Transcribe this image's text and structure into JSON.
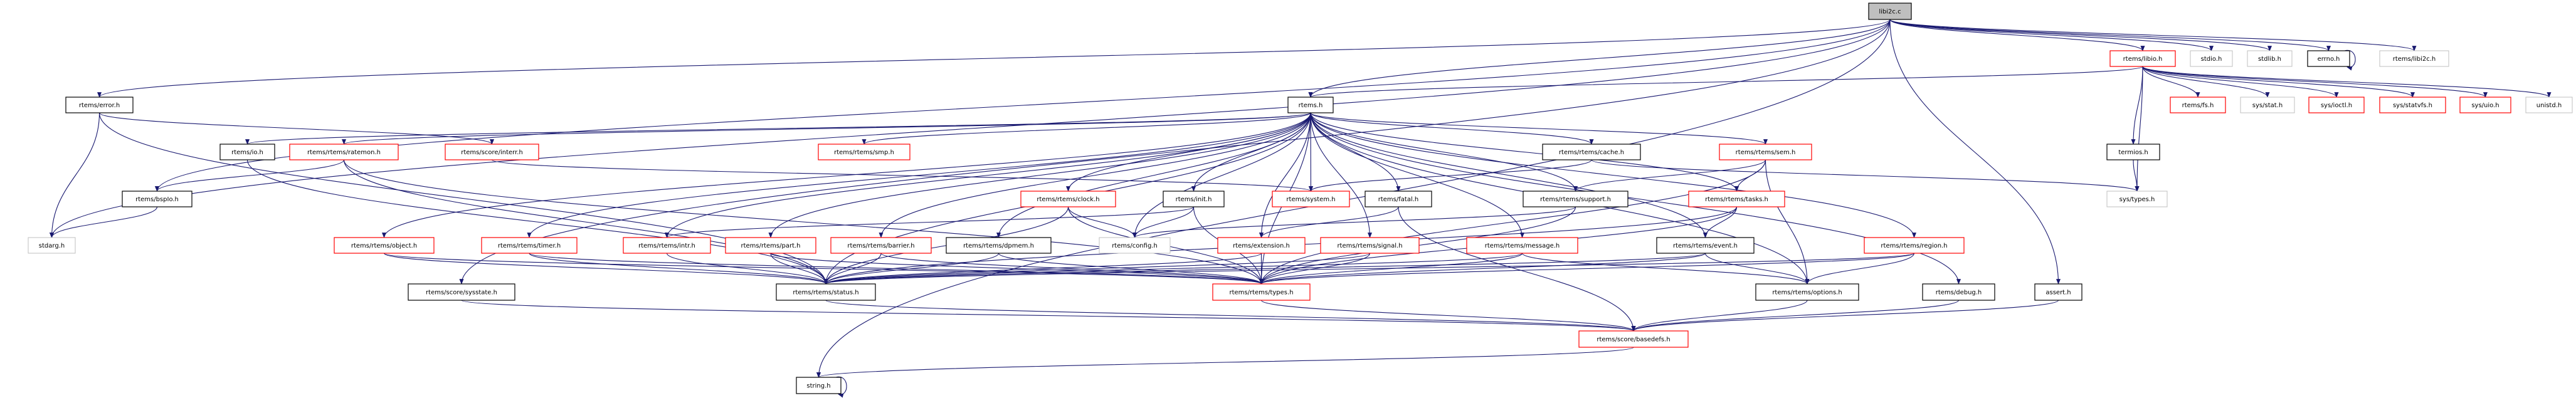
{
  "graph": {
    "edge_color": "#191970",
    "border_colors": {
      "red": "#ff0000",
      "black": "#000000",
      "gray": "#bfbfbf",
      "root": "#000000"
    },
    "fill_colors": {
      "root": "#bfbfbf",
      "default": "#ffffff"
    },
    "nodes": [
      {
        "id": "libi2c_c",
        "label": "libi2c.c",
        "style": "root"
      },
      {
        "id": "rtems_h",
        "label": "rtems.h",
        "style": "black"
      },
      {
        "id": "error_h",
        "label": "rtems/error.h",
        "style": "black"
      },
      {
        "id": "bspio_h",
        "label": "rtems/bspIo.h",
        "style": "black"
      },
      {
        "id": "stdarg_h",
        "label": "stdarg.h",
        "style": "gray"
      },
      {
        "id": "io_h",
        "label": "rtems/io.h",
        "style": "black"
      },
      {
        "id": "ratemon_h",
        "label": "rtems/rtems/ratemon.h",
        "style": "red"
      },
      {
        "id": "interr_h",
        "label": "rtems/score/interr.h",
        "style": "red"
      },
      {
        "id": "smp_h",
        "label": "rtems/rtems/smp.h",
        "style": "red"
      },
      {
        "id": "cache_h",
        "label": "rtems/rtems/cache.h",
        "style": "black"
      },
      {
        "id": "sem_h",
        "label": "rtems/rtems/sem.h",
        "style": "red"
      },
      {
        "id": "clock_h",
        "label": "rtems/rtems/clock.h",
        "style": "red"
      },
      {
        "id": "init_h",
        "label": "rtems/init.h",
        "style": "black"
      },
      {
        "id": "system_h",
        "label": "rtems/system.h",
        "style": "red"
      },
      {
        "id": "fatal_h",
        "label": "rtems/fatal.h",
        "style": "black"
      },
      {
        "id": "support_h",
        "label": "rtems/rtems/support.h",
        "style": "black"
      },
      {
        "id": "tasks_h",
        "label": "rtems/rtems/tasks.h",
        "style": "red"
      },
      {
        "id": "object_h",
        "label": "rtems/rtems/object.h",
        "style": "red"
      },
      {
        "id": "timer_h",
        "label": "rtems/rtems/timer.h",
        "style": "red"
      },
      {
        "id": "intr_h",
        "label": "rtems/rtems/intr.h",
        "style": "red"
      },
      {
        "id": "part_h",
        "label": "rtems/rtems/part.h",
        "style": "red"
      },
      {
        "id": "barrier_h",
        "label": "rtems/rtems/barrier.h",
        "style": "red"
      },
      {
        "id": "dpmem_h",
        "label": "rtems/rtems/dpmem.h",
        "style": "black"
      },
      {
        "id": "config_h",
        "label": "rtems/config.h",
        "style": "gray"
      },
      {
        "id": "extension_h",
        "label": "rtems/extension.h",
        "style": "red"
      },
      {
        "id": "signal_h",
        "label": "rtems/rtems/signal.h",
        "style": "red"
      },
      {
        "id": "message_h",
        "label": "rtems/rtems/message.h",
        "style": "red"
      },
      {
        "id": "event_h",
        "label": "rtems/rtems/event.h",
        "style": "black"
      },
      {
        "id": "region_h",
        "label": "rtems/rtems/region.h",
        "style": "red"
      },
      {
        "id": "sysstate_h",
        "label": "rtems/score/sysstate.h",
        "style": "black"
      },
      {
        "id": "status_h",
        "label": "rtems/rtems/status.h",
        "style": "black"
      },
      {
        "id": "types_h",
        "label": "rtems/rtems/types.h",
        "style": "red"
      },
      {
        "id": "options_h",
        "label": "rtems/rtems/options.h",
        "style": "black"
      },
      {
        "id": "debug_h",
        "label": "rtems/debug.h",
        "style": "black"
      },
      {
        "id": "assert_h",
        "label": "assert.h",
        "style": "black"
      },
      {
        "id": "basedefs_h",
        "label": "rtems/score/basedefs.h",
        "style": "red"
      },
      {
        "id": "string_h",
        "label": "string.h",
        "style": "black"
      },
      {
        "id": "libio_h",
        "label": "rtems/libio.h",
        "style": "red"
      },
      {
        "id": "stdio_h",
        "label": "stdio.h",
        "style": "gray"
      },
      {
        "id": "stdlib_h",
        "label": "stdlib.h",
        "style": "gray"
      },
      {
        "id": "errno_h",
        "label": "errno.h",
        "style": "black"
      },
      {
        "id": "libi2c_h",
        "label": "rtems/libi2c.h",
        "style": "gray"
      },
      {
        "id": "fs_h",
        "label": "rtems/fs.h",
        "style": "red"
      },
      {
        "id": "stat_h",
        "label": "sys/stat.h",
        "style": "gray"
      },
      {
        "id": "ioctl_h",
        "label": "sys/ioctl.h",
        "style": "red"
      },
      {
        "id": "statvfs_h",
        "label": "sys/statvfs.h",
        "style": "red"
      },
      {
        "id": "uio_h",
        "label": "sys/uio.h",
        "style": "red"
      },
      {
        "id": "unistd_h",
        "label": "unistd.h",
        "style": "gray"
      },
      {
        "id": "termios_h",
        "label": "termios.h",
        "style": "black"
      },
      {
        "id": "systypes_h",
        "label": "sys/types.h",
        "style": "gray"
      }
    ],
    "edges": [
      [
        "libi2c_c",
        "rtems_h"
      ],
      [
        "libi2c_c",
        "error_h"
      ],
      [
        "libi2c_c",
        "stdarg_h"
      ],
      [
        "libi2c_c",
        "bspio_h"
      ],
      [
        "libi2c_c",
        "string_h"
      ],
      [
        "libi2c_c",
        "sysstate_h"
      ],
      [
        "libi2c_c",
        "libio_h"
      ],
      [
        "libi2c_c",
        "stdio_h"
      ],
      [
        "libi2c_c",
        "stdlib_h"
      ],
      [
        "libi2c_c",
        "errno_h"
      ],
      [
        "libi2c_c",
        "libi2c_h"
      ],
      [
        "libi2c_c",
        "assert_h"
      ],
      [
        "errno_h",
        "errno_h"
      ],
      [
        "string_h",
        "string_h"
      ],
      [
        "libio_h",
        "rtems_h"
      ],
      [
        "libio_h",
        "termios_h"
      ],
      [
        "libio_h",
        "systypes_h"
      ],
      [
        "libio_h",
        "fs_h"
      ],
      [
        "libio_h",
        "stat_h"
      ],
      [
        "libio_h",
        "ioctl_h"
      ],
      [
        "libio_h",
        "statvfs_h"
      ],
      [
        "libio_h",
        "uio_h"
      ],
      [
        "libio_h",
        "unistd_h"
      ],
      [
        "termios_h",
        "systypes_h"
      ],
      [
        "error_h",
        "stdarg_h"
      ],
      [
        "error_h",
        "interr_h"
      ],
      [
        "error_h",
        "status_h"
      ],
      [
        "bspio_h",
        "stdarg_h"
      ],
      [
        "rtems_h",
        "io_h"
      ],
      [
        "rtems_h",
        "ratemon_h"
      ],
      [
        "rtems_h",
        "smp_h"
      ],
      [
        "rtems_h",
        "clock_h"
      ],
      [
        "rtems_h",
        "init_h"
      ],
      [
        "rtems_h",
        "system_h"
      ],
      [
        "rtems_h",
        "fatal_h"
      ],
      [
        "rtems_h",
        "cache_h"
      ],
      [
        "rtems_h",
        "sem_h"
      ],
      [
        "rtems_h",
        "support_h"
      ],
      [
        "rtems_h",
        "tasks_h"
      ],
      [
        "rtems_h",
        "dpmem_h"
      ],
      [
        "rtems_h",
        "config_h"
      ],
      [
        "rtems_h",
        "extension_h"
      ],
      [
        "rtems_h",
        "signal_h"
      ],
      [
        "rtems_h",
        "message_h"
      ],
      [
        "rtems_h",
        "event_h"
      ],
      [
        "rtems_h",
        "object_h"
      ],
      [
        "rtems_h",
        "timer_h"
      ],
      [
        "rtems_h",
        "intr_h"
      ],
      [
        "rtems_h",
        "part_h"
      ],
      [
        "rtems_h",
        "barrier_h"
      ],
      [
        "rtems_h",
        "region_h"
      ],
      [
        "rtems_h",
        "status_h"
      ],
      [
        "rtems_h",
        "types_h"
      ],
      [
        "rtems_h",
        "options_h"
      ],
      [
        "rtems_h",
        "debug_h"
      ],
      [
        "ratemon_h",
        "bspio_h"
      ],
      [
        "ratemon_h",
        "status_h"
      ],
      [
        "ratemon_h",
        "types_h"
      ],
      [
        "io_h",
        "status_h"
      ],
      [
        "interr_h",
        "system_h"
      ],
      [
        "clock_h",
        "config_h"
      ],
      [
        "clock_h",
        "types_h"
      ],
      [
        "clock_h",
        "status_h"
      ],
      [
        "init_h",
        "config_h"
      ],
      [
        "init_h",
        "types_h"
      ],
      [
        "init_h",
        "intr_h"
      ],
      [
        "cache_h",
        "system_h"
      ],
      [
        "cache_h",
        "systypes_h"
      ],
      [
        "fatal_h",
        "extension_h"
      ],
      [
        "fatal_h",
        "basedefs_h"
      ],
      [
        "support_h",
        "config_h"
      ],
      [
        "support_h",
        "types_h"
      ],
      [
        "sem_h",
        "support_h"
      ],
      [
        "sem_h",
        "tasks_h"
      ],
      [
        "sem_h",
        "types_h"
      ],
      [
        "sem_h",
        "options_h"
      ],
      [
        "tasks_h",
        "event_h"
      ],
      [
        "tasks_h",
        "types_h"
      ],
      [
        "tasks_h",
        "status_h"
      ],
      [
        "event_h",
        "types_h"
      ],
      [
        "event_h",
        "options_h"
      ],
      [
        "event_h",
        "status_h"
      ],
      [
        "extension_h",
        "types_h"
      ],
      [
        "extension_h",
        "status_h"
      ],
      [
        "signal_h",
        "types_h"
      ],
      [
        "signal_h",
        "status_h"
      ],
      [
        "message_h",
        "types_h"
      ],
      [
        "message_h",
        "options_h"
      ],
      [
        "message_h",
        "status_h"
      ],
      [
        "region_h",
        "types_h"
      ],
      [
        "region_h",
        "options_h"
      ],
      [
        "region_h",
        "status_h"
      ],
      [
        "dpmem_h",
        "types_h"
      ],
      [
        "dpmem_h",
        "status_h"
      ],
      [
        "object_h",
        "types_h"
      ],
      [
        "object_h",
        "status_h"
      ],
      [
        "timer_h",
        "types_h"
      ],
      [
        "timer_h",
        "status_h"
      ],
      [
        "intr_h",
        "status_h"
      ],
      [
        "part_h",
        "status_h"
      ],
      [
        "part_h",
        "types_h"
      ],
      [
        "barrier_h",
        "status_h"
      ],
      [
        "barrier_h",
        "types_h"
      ],
      [
        "options_h",
        "basedefs_h"
      ],
      [
        "debug_h",
        "basedefs_h"
      ],
      [
        "assert_h",
        "basedefs_h"
      ],
      [
        "sysstate_h",
        "basedefs_h"
      ],
      [
        "status_h",
        "basedefs_h"
      ],
      [
        "types_h",
        "basedefs_h"
      ],
      [
        "basedefs_h",
        "string_h"
      ]
    ]
  }
}
